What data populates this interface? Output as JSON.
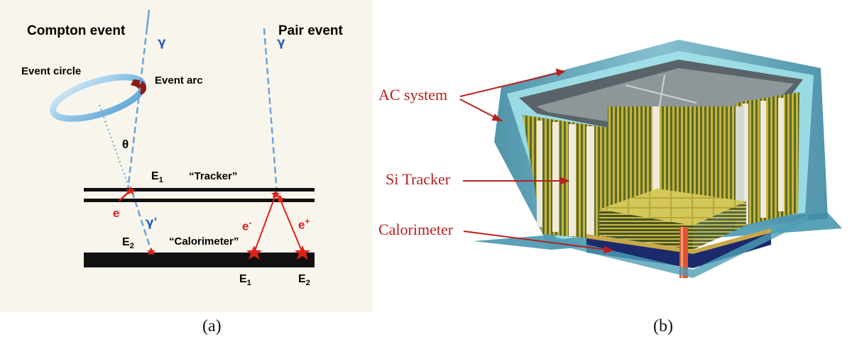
{
  "panel_a": {
    "compton_title": "Compton event",
    "pair_title": "Pair event",
    "gamma_compton": "γ",
    "gamma_pair": "γ",
    "event_circle": "Event circle",
    "event_arc": "Event arc",
    "theta": "θ",
    "e1_compton_base": "E",
    "e1_compton_sub": "1",
    "tracker": "“Tracker”",
    "electron": "e",
    "gamma_prime": "γ'",
    "e2_compton_base": "E",
    "e2_compton_sub": "2",
    "calorimeter": "“Calorimeter”",
    "e_minus_base": "e",
    "e_minus_sup": "-",
    "e_plus_base": "e",
    "e_plus_sup": "+",
    "e1_pair_base": "E",
    "e1_pair_sub": "1",
    "e2_pair_base": "E",
    "e2_pair_sub": "2",
    "caption": "(a)"
  },
  "panel_b": {
    "ac_system": "AC system",
    "si_tracker": "Si Tracker",
    "calorimeter": "Calorimeter",
    "caption": "(b)"
  },
  "colors": {
    "gamma_blue": "#2a5fc0",
    "dashed_line": "#6aa2d8",
    "marker_red": "#e0201b",
    "label_red": "#b8211f",
    "ac_shell": "#4a97ad",
    "tracker_gold": "#c6b43a"
  }
}
